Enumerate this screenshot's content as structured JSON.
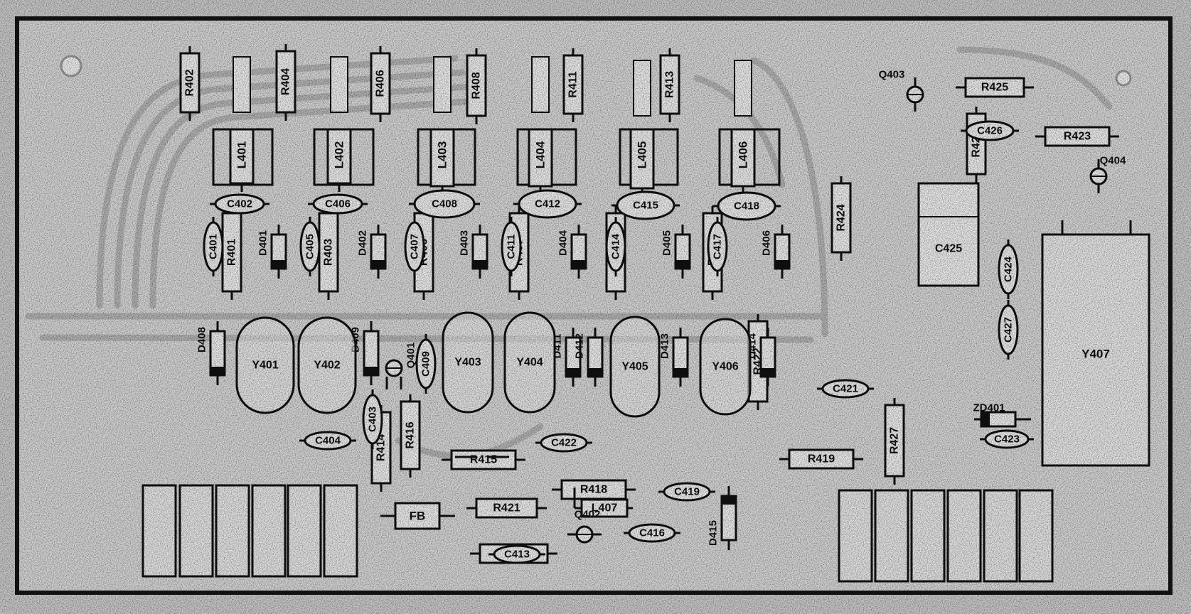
{
  "colors": {
    "background": "#c9c9c9",
    "board": "#d6d6d6",
    "frame": "#111111",
    "ink": "#111111",
    "body": "#ececec",
    "trace": "#b4b4b4"
  },
  "resistors": [
    {
      "id": "r402",
      "label": "R402"
    },
    {
      "id": "r404",
      "label": "R404"
    },
    {
      "id": "r406a",
      "label": "R406"
    },
    {
      "id": "r408",
      "label": "R408"
    },
    {
      "id": "r411",
      "label": "R411"
    },
    {
      "id": "r413",
      "label": "R413"
    },
    {
      "id": "r401",
      "label": "R401"
    },
    {
      "id": "r403",
      "label": "R403"
    },
    {
      "id": "r406b",
      "label": "R406"
    },
    {
      "id": "r407",
      "label": "R407"
    },
    {
      "id": "r409",
      "label": "R409"
    },
    {
      "id": "r412",
      "label": "R412"
    },
    {
      "id": "r422",
      "label": "R422"
    },
    {
      "id": "r424",
      "label": "R424"
    },
    {
      "id": "r426",
      "label": "R426"
    },
    {
      "id": "r427",
      "label": "R427"
    },
    {
      "id": "r414",
      "label": "R414"
    },
    {
      "id": "r416",
      "label": "R416"
    },
    {
      "id": "r425",
      "label": "R425"
    },
    {
      "id": "r423",
      "label": "R423"
    },
    {
      "id": "r415",
      "label": "R415"
    },
    {
      "id": "r418",
      "label": "R418"
    },
    {
      "id": "r421",
      "label": "R421"
    },
    {
      "id": "r417",
      "label": "R417"
    },
    {
      "id": "r419",
      "label": "R419"
    }
  ],
  "inductors": [
    {
      "id": "l401",
      "label": "L401"
    },
    {
      "id": "l402",
      "label": "L402"
    },
    {
      "id": "l403",
      "label": "L403"
    },
    {
      "id": "l404",
      "label": "L404"
    },
    {
      "id": "l405",
      "label": "L405"
    },
    {
      "id": "l406",
      "label": "L406"
    },
    {
      "id": "l407",
      "label": "L407"
    },
    {
      "id": "fb",
      "label": "FB"
    }
  ],
  "capacitors": [
    {
      "id": "c402",
      "label": "C402"
    },
    {
      "id": "c406",
      "label": "C406"
    },
    {
      "id": "c408",
      "label": "C408"
    },
    {
      "id": "c412",
      "label": "C412"
    },
    {
      "id": "c415",
      "label": "C415"
    },
    {
      "id": "c418",
      "label": "C418"
    },
    {
      "id": "c401",
      "label": "C401"
    },
    {
      "id": "c405",
      "label": "C405"
    },
    {
      "id": "c407",
      "label": "C407"
    },
    {
      "id": "c411",
      "label": "C411"
    },
    {
      "id": "c414",
      "label": "C414"
    },
    {
      "id": "c417",
      "label": "C417"
    },
    {
      "id": "c409",
      "label": "C409"
    },
    {
      "id": "c403",
      "label": "C403"
    },
    {
      "id": "c424",
      "label": "C424"
    },
    {
      "id": "c427",
      "label": "C427"
    },
    {
      "id": "c426",
      "label": "C426"
    },
    {
      "id": "c404",
      "label": "C404"
    },
    {
      "id": "c422",
      "label": "C422"
    },
    {
      "id": "c421",
      "label": "C421"
    },
    {
      "id": "c419",
      "label": "C419"
    },
    {
      "id": "c416",
      "label": "C416"
    },
    {
      "id": "c413",
      "label": "C413"
    },
    {
      "id": "c423",
      "label": "C423"
    },
    {
      "id": "c425",
      "label": "C425"
    }
  ],
  "diodes": [
    {
      "id": "d401",
      "label": "D401"
    },
    {
      "id": "d402",
      "label": "D402"
    },
    {
      "id": "d403",
      "label": "D403"
    },
    {
      "id": "d404",
      "label": "D404"
    },
    {
      "id": "d405",
      "label": "D405"
    },
    {
      "id": "d406",
      "label": "D406"
    },
    {
      "id": "d408",
      "label": "D408"
    },
    {
      "id": "d409",
      "label": "D409"
    },
    {
      "id": "d411",
      "label": "D411"
    },
    {
      "id": "d412",
      "label": "D412"
    },
    {
      "id": "d413",
      "label": "D413"
    },
    {
      "id": "d414",
      "label": "D414"
    },
    {
      "id": "d415",
      "label": "D415"
    },
    {
      "id": "zd401",
      "label": "ZD401"
    }
  ],
  "crystals": [
    {
      "id": "y401",
      "label": "Y401"
    },
    {
      "id": "y402",
      "label": "Y402"
    },
    {
      "id": "y403",
      "label": "Y403"
    },
    {
      "id": "y404",
      "label": "Y404"
    },
    {
      "id": "y405",
      "label": "Y405"
    },
    {
      "id": "y406",
      "label": "Y406"
    },
    {
      "id": "y407",
      "label": "Y407"
    }
  ],
  "transistors": [
    {
      "id": "q401",
      "label": "Q401"
    },
    {
      "id": "q402",
      "label": "Q402"
    },
    {
      "id": "q403",
      "label": "Q403"
    },
    {
      "id": "q404",
      "label": "Q404"
    }
  ]
}
